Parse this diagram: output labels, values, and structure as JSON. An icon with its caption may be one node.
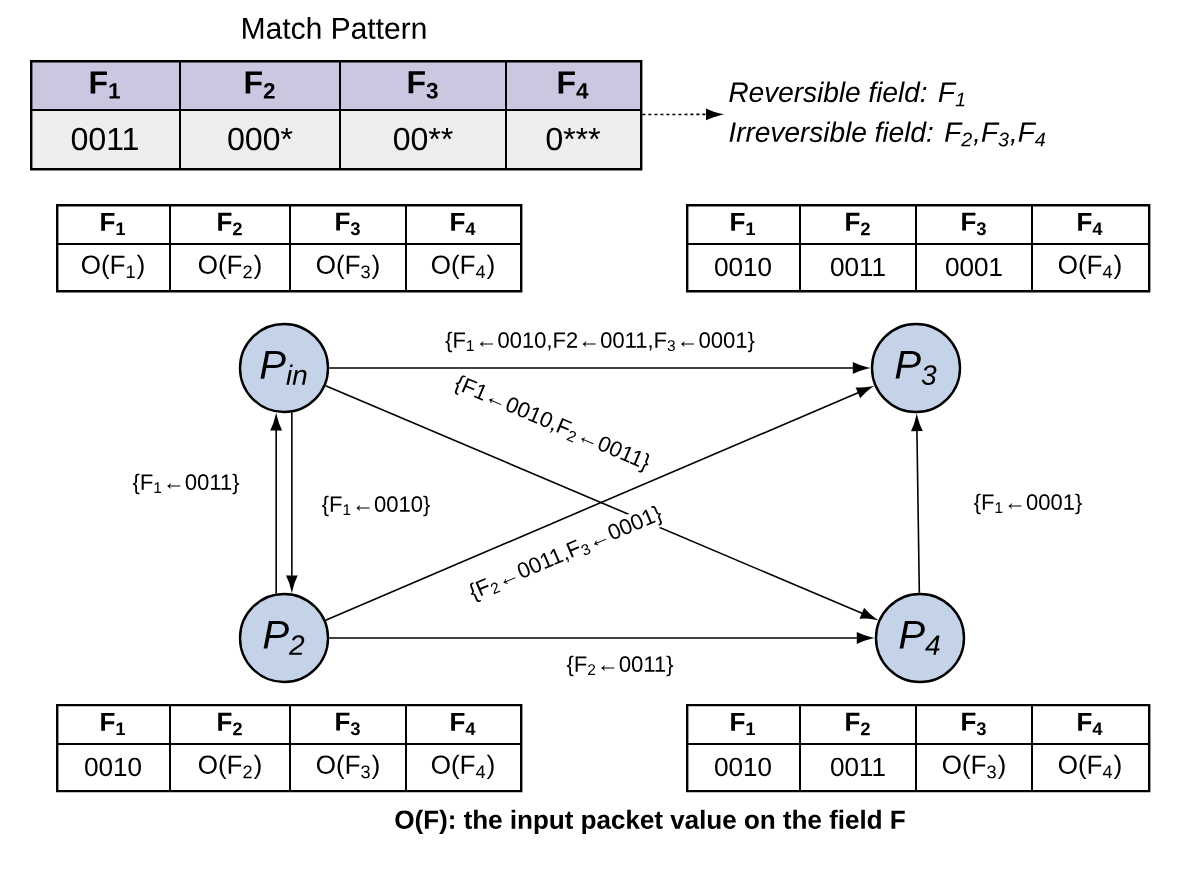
{
  "diagram": {
    "caption": "O(F): the input packet value on the field F",
    "nodes": [
      {
        "text": [
          "Match Pattern",
          "F$_{1}$",
          "F$_{2}$",
          "F$_{3}$",
          "F$_{4}$",
          "0011",
          "000*",
          "00**",
          "0***"
        ]
      },
      {
        "text": [
          "Reversible field: F$_{1}$",
          "Irreversible field: F$_{2}$,F$_{3}$,F$_{4}$"
        ]
      },
      {
        "text": [
          "F$_{1}$",
          "F$_{2}$",
          "F$_{3}$",
          "F$_{4}$",
          "O(F$_{1}$)",
          "O(F$_{2}$)",
          "O(F$_{3}$)",
          "O(F$_{4}$)"
        ]
      },
      {
        "text": [
          "F$_{1}$",
          "F$_{2}$",
          "F$_{3}$",
          "F$_{4}$",
          "0010",
          "0011",
          "0001",
          "O(F$_{4}$)"
        ]
      },
      {
        "text": [
          "P$_{in}$"
        ]
      },
      {
        "text": [
          "P$_{3}$"
        ]
      },
      {
        "text": [
          "P$_{2}$"
        ]
      },
      {
        "text": [
          "P$_{4}$"
        ]
      },
      {
        "text": [
          "F$_{1}$",
          "F$_{2}$",
          "F$_{3}$",
          "F$_{4}$",
          "0010",
          "O(F$_{2}$)",
          "O(F$_{3}$)",
          "O(F$_{4}$)"
        ]
      },
      {
        "text": [
          "F$_{1}$",
          "F$_{2}$",
          "F$_{3}$",
          "F$_{4}$",
          "0010",
          "0011",
          "O(F$_{3}$)",
          "O(F$_{4}$)"
        ]
      }
    ],
    "edges": [
      {
        "from": 4,
        "to": 5,
        "arrow": "to",
        "label": "{F$_{1}$←0010,F2←0011,F$_{3}$←0001}"
      },
      {
        "from": 4,
        "to": 7,
        "arrow": "to",
        "label": "{F1←0010,F$_{2}$←0011}"
      },
      {
        "from": 6,
        "to": 4,
        "arrow": "to",
        "label": "{F$_{1}$←0011}"
      },
      {
        "from": 4,
        "to": 6,
        "arrow": "to",
        "label": "{F$_{1}$←0010}"
      },
      {
        "from": 6,
        "to": 5,
        "arrow": "to",
        "label": "{F$_{2}$←0011,F$_{3}$←0001}"
      },
      {
        "from": 7,
        "to": 5,
        "arrow": "to",
        "label": "{F$_{1}$←0001}"
      },
      {
        "from": 6,
        "to": 7,
        "arrow": "to",
        "label": "{F$_{2}$←0011}"
      },
      {
        "from": 0,
        "to": 1,
        "arrow": "to",
        "style": "dashed"
      }
    ]
  }
}
